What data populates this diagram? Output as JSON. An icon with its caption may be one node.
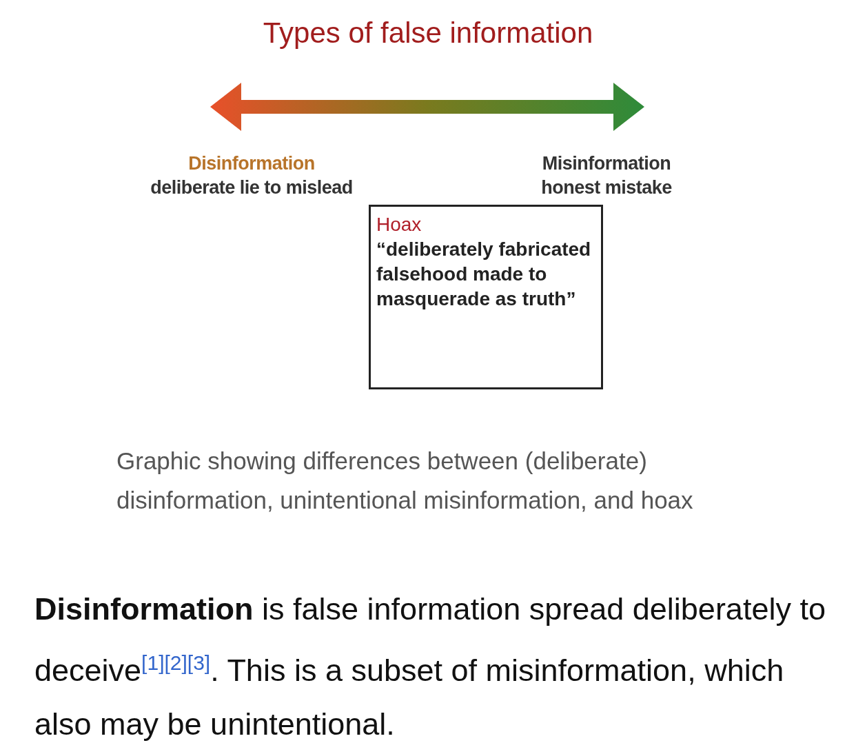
{
  "diagram": {
    "title": "Types of false information",
    "caption": "Graphic showing differences between (deliberate) disinformation, unintentional misinformation, and hoax",
    "nodes": [
      {
        "text": [
          "Hoax",
          "“deliberately fabricated falsehood made to masquerade as truth”"
        ]
      }
    ],
    "edges": [],
    "labels": [
      "Disinformation",
      "deliberate lie to mislead",
      "Misinformation",
      "honest mistake",
      "**Disinformation** is false information spread deliberately to deceive$^{[1][2][3]}$. This is a subset of misinformation, which also may be unintentional."
    ]
  }
}
